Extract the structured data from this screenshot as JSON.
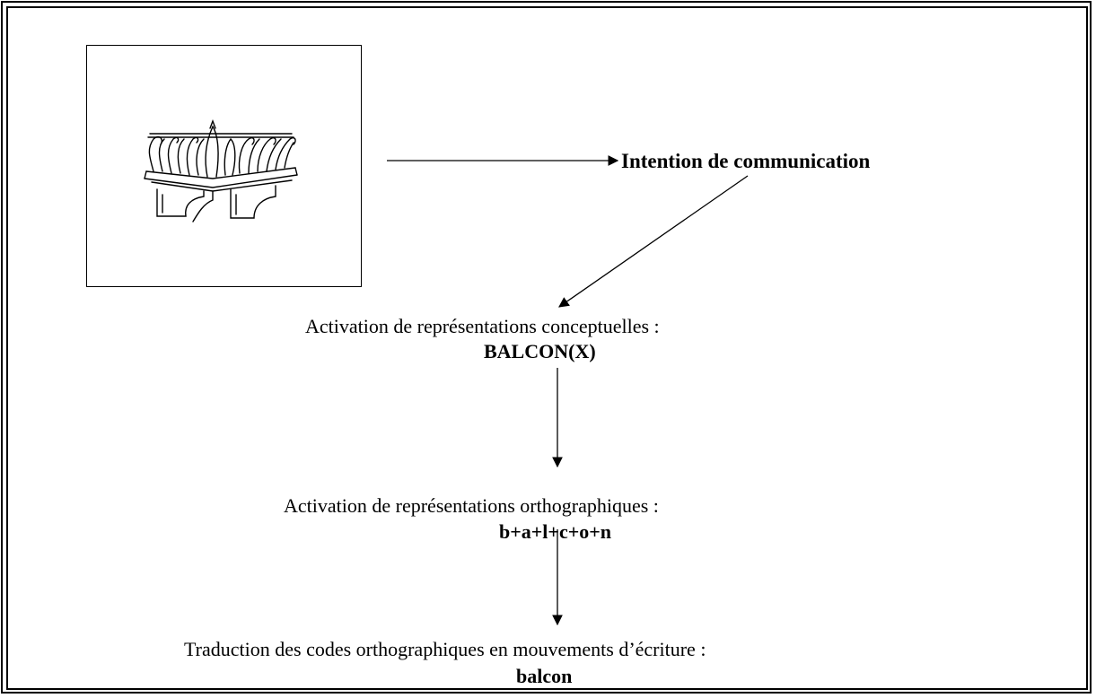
{
  "intention_label": "Intention de communication",
  "step1": {
    "heading": "Activation de représentations conceptuelles :",
    "value": "BALCON(X)"
  },
  "step2": {
    "heading": "Activation de représentations orthographiques :",
    "value": "b+a+l+c+o+n"
  },
  "step3": {
    "heading": "Traduction des codes orthographiques en mouvements d’écriture :",
    "value": "balcon"
  },
  "picture": {
    "icon": "balcony-drawing-icon"
  },
  "colors": {
    "ink": "#000000",
    "background": "#ffffff"
  }
}
